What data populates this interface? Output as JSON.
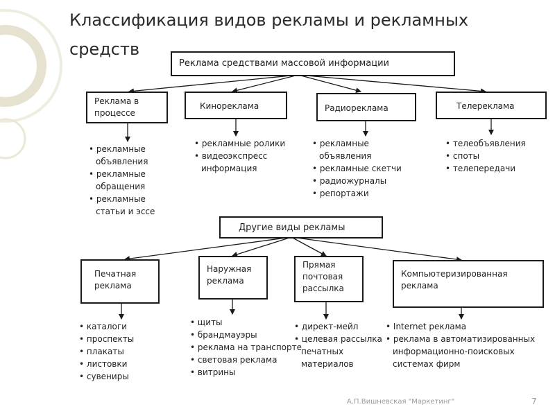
{
  "title": "Классификация видов рекламы и рекламных средств",
  "top_group": {
    "label": "Реклама средствами массовой  информации",
    "children": [
      {
        "label": "Реклама в процессе",
        "items": [
          "рекламные объявления",
          "рекламные обращения",
          "рекламные статьи и эссе"
        ]
      },
      {
        "label": "Кинореклама",
        "items": [
          "рекламные ролики",
          "видеоэкспресс информация"
        ]
      },
      {
        "label": "Радиореклама",
        "items": [
          "рекламные объявления",
          "рекламные скетчи",
          "радиожурналы",
          "репортажи"
        ]
      },
      {
        "label": "Телереклама",
        "items": [
          "телеобъявления",
          "споты",
          "телепередачи"
        ]
      }
    ]
  },
  "bottom_group": {
    "label": "Другие виды рекламы",
    "children": [
      {
        "label": "Печатная реклама",
        "items": [
          "каталоги",
          "проспекты",
          "плакаты",
          "листовки",
          "сувениры"
        ]
      },
      {
        "label": "Наружная реклама",
        "items": [
          "щиты",
          "брандмауэры",
          "реклама на транспорте",
          "световая реклама",
          "витрины"
        ]
      },
      {
        "label": "Прямая почтовая рассылка",
        "items": [
          "директ-мейл",
          "целевая рассылка печатных материалов"
        ]
      },
      {
        "label": "Компьютеризированная реклама",
        "items": [
          "Internet реклама",
          "реклама в автоматизированных информационно-поисковых системах фирм"
        ]
      }
    ]
  },
  "footer": {
    "author": "А.П.Вишневская \"Маркетинг\"",
    "page": "7"
  }
}
